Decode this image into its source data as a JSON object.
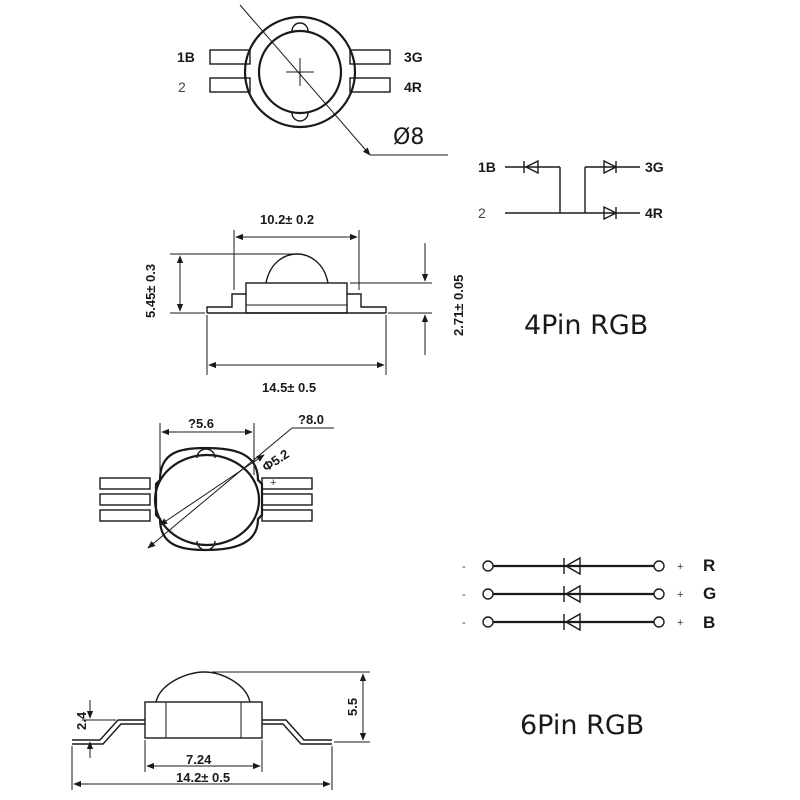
{
  "labels": {
    "pin1": "1B",
    "pin2": "2",
    "pin3": "3G",
    "pin4": "4R",
    "diameter_top": "Ø8",
    "width_top": "10.2± 0.2",
    "height_left": "5.45± 0.3",
    "height_right": "2.71± 0.05",
    "width_bottom": "14.5± 0.5",
    "title_4pin": "4Pin RGB",
    "dia_56": "?5.6",
    "dia_80": "?8.0",
    "dia_52": "Φ5.2",
    "plus_small": "+",
    "minus": "-",
    "plus": "+",
    "R": "R",
    "G": "G",
    "B": "B",
    "h_24": "2.4",
    "h_55": "5.5",
    "w_724": "7.24",
    "w_142": "14.2± 0.5",
    "title_6pin": "6Pin RGB"
  }
}
